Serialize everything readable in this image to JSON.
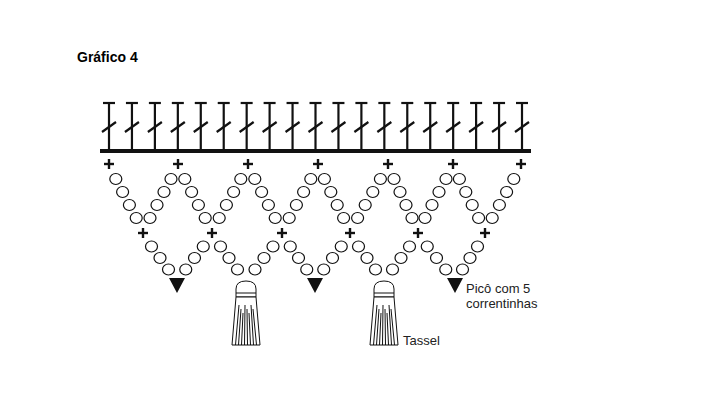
{
  "diagram": {
    "title": "Gráfico 4",
    "labels": [
      "Picô com 5 correntinhas",
      "Tassel"
    ]
  }
}
